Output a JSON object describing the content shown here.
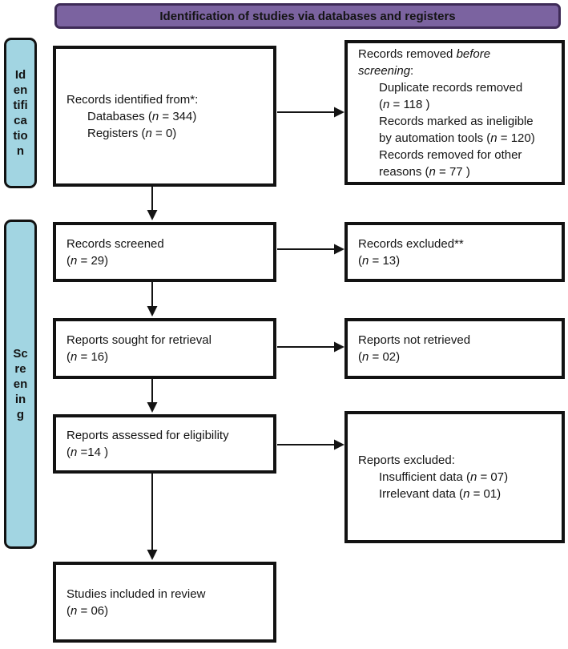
{
  "header": {
    "title": "Identification of studies via databases and registers"
  },
  "side_labels": {
    "identification": "Identification",
    "screening": "Screening"
  },
  "colors": {
    "header_fill": "#7b63a0",
    "header_border": "#3e2b57",
    "side_label_fill": "#a2d5e2",
    "box_border": "#121212",
    "arrow": "#141414"
  },
  "boxes": {
    "records_identified": {
      "lines": [
        {
          "ind": 0,
          "seg": [
            {
              "t": "Records identified from*:"
            }
          ]
        },
        {
          "ind": 1,
          "seg": [
            {
              "t": "Databases ("
            },
            {
              "t": "n",
              "i": true
            },
            {
              "t": " = 344)"
            }
          ]
        },
        {
          "ind": 1,
          "seg": [
            {
              "t": "Registers ("
            },
            {
              "t": "n",
              "i": true
            },
            {
              "t": " = 0)"
            }
          ]
        }
      ]
    },
    "records_removed": {
      "lines": [
        {
          "ind": 0,
          "seg": [
            {
              "t": "Records removed "
            },
            {
              "t": "before",
              "i": true
            }
          ]
        },
        {
          "ind": 0,
          "seg": [
            {
              "t": "screening",
              "i": true
            },
            {
              "t": ":"
            }
          ]
        },
        {
          "ind": 1,
          "seg": [
            {
              "t": "Duplicate records removed"
            }
          ]
        },
        {
          "ind": 1,
          "seg": [
            {
              "t": "("
            },
            {
              "t": "n",
              "i": true
            },
            {
              "t": " = 118 )"
            }
          ]
        },
        {
          "ind": 1,
          "seg": [
            {
              "t": "Records marked as ineligible"
            }
          ]
        },
        {
          "ind": 1,
          "seg": [
            {
              "t": "by automation tools ("
            },
            {
              "t": "n",
              "i": true
            },
            {
              "t": " = 120)"
            }
          ]
        },
        {
          "ind": 1,
          "seg": [
            {
              "t": "Records removed for other"
            }
          ]
        },
        {
          "ind": 1,
          "seg": [
            {
              "t": "reasons ("
            },
            {
              "t": "n",
              "i": true
            },
            {
              "t": " = 77 )"
            }
          ]
        }
      ]
    },
    "records_screened": {
      "lines": [
        {
          "ind": 0,
          "seg": [
            {
              "t": "Records screened"
            }
          ]
        },
        {
          "ind": 0,
          "seg": [
            {
              "t": "("
            },
            {
              "t": "n",
              "i": true
            },
            {
              "t": " = 29)"
            }
          ]
        }
      ]
    },
    "records_excluded": {
      "lines": [
        {
          "ind": 0,
          "seg": [
            {
              "t": "Records excluded**"
            }
          ]
        },
        {
          "ind": 0,
          "seg": [
            {
              "t": "("
            },
            {
              "t": "n",
              "i": true
            },
            {
              "t": " = 13)"
            }
          ]
        }
      ]
    },
    "reports_sought": {
      "lines": [
        {
          "ind": 0,
          "seg": [
            {
              "t": "Reports sought for retrieval"
            }
          ]
        },
        {
          "ind": 0,
          "seg": [
            {
              "t": "("
            },
            {
              "t": "n",
              "i": true
            },
            {
              "t": " = 16)"
            }
          ]
        }
      ]
    },
    "reports_not_retrieved": {
      "lines": [
        {
          "ind": 0,
          "seg": [
            {
              "t": "Reports not retrieved"
            }
          ]
        },
        {
          "ind": 0,
          "seg": [
            {
              "t": "("
            },
            {
              "t": "n",
              "i": true
            },
            {
              "t": " = 02)"
            }
          ]
        }
      ]
    },
    "reports_assessed": {
      "lines": [
        {
          "ind": 0,
          "seg": [
            {
              "t": "Reports assessed for eligibility"
            }
          ]
        },
        {
          "ind": 0,
          "seg": [
            {
              "t": "("
            },
            {
              "t": "n",
              "i": true
            },
            {
              "t": " =14 )"
            }
          ]
        }
      ]
    },
    "reports_excluded": {
      "lines": [
        {
          "ind": 0,
          "seg": [
            {
              "t": "Reports excluded:"
            }
          ]
        },
        {
          "ind": 1,
          "seg": [
            {
              "t": "Insufficient data ("
            },
            {
              "t": "n",
              "i": true
            },
            {
              "t": " = 07)"
            }
          ]
        },
        {
          "ind": 1,
          "seg": [
            {
              "t": "Irrelevant data ("
            },
            {
              "t": "n",
              "i": true
            },
            {
              "t": " = 01)"
            }
          ]
        }
      ]
    },
    "studies_included": {
      "lines": [
        {
          "ind": 0,
          "seg": [
            {
              "t": "Studies included in review"
            }
          ]
        },
        {
          "ind": 0,
          "seg": [
            {
              "t": "("
            },
            {
              "t": "n",
              "i": true
            },
            {
              "t": " = 06)"
            }
          ]
        }
      ]
    }
  }
}
